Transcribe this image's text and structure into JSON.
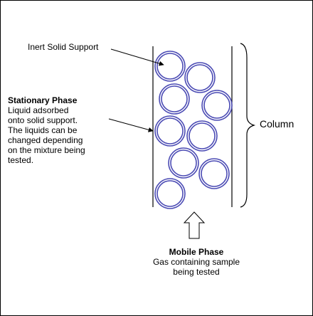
{
  "labels": {
    "inert_support": "Inert Solid Support",
    "stationary_title": "Stationary Phase",
    "stationary_desc": [
      "Liquid adsorbed",
      "onto solid support.",
      "The liquids can be",
      "changed depending",
      "on the mixture being",
      "tested."
    ],
    "column": "Column",
    "mobile_title": "Mobile Phase",
    "mobile_desc": [
      "Gas containing sample",
      "being tested"
    ]
  },
  "colors": {
    "particle_outline": "#4b4bb4",
    "line": "#000000",
    "background": "#ffffff"
  }
}
